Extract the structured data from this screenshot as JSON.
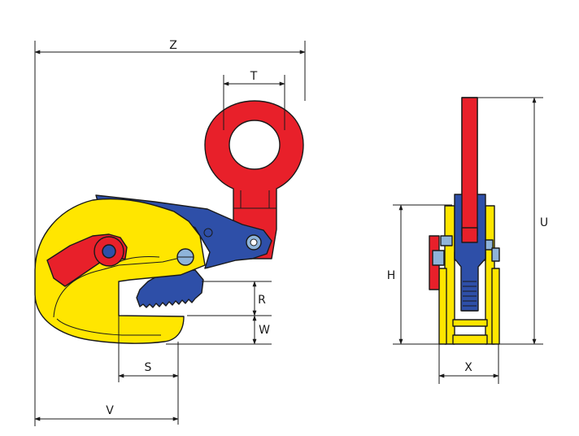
{
  "dimension_labels": {
    "z": "Z",
    "t": "T",
    "r": "R",
    "w": "W",
    "s": "S",
    "v": "V",
    "h": "H",
    "u": "U",
    "x": "X"
  },
  "colors": {
    "body": "#FFE600",
    "lever": "#2E4FA8",
    "shackle": "#E8202A",
    "teeth": "#2E4FA8",
    "pin": "#8FB4DA",
    "line": "#1A1A1A"
  }
}
